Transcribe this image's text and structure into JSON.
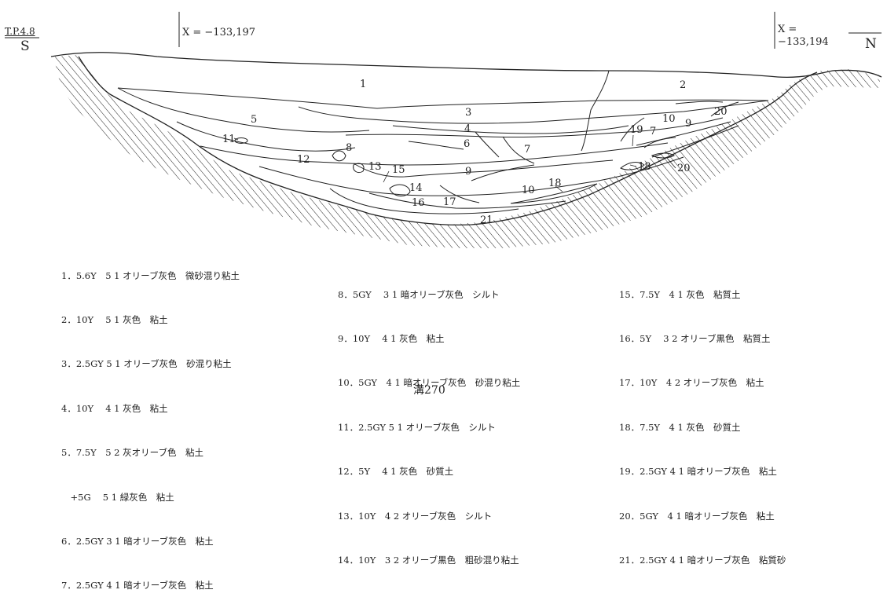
{
  "header": {
    "elevation": "T.P.4.8",
    "left_direction": "S",
    "x_left": "X = −133,197",
    "x_right_line1": "X =",
    "x_right_line2": "−133,194",
    "right_direction": "N"
  },
  "layer_numbers": [
    "1",
    "2",
    "3",
    "4",
    "5",
    "6",
    "7",
    "8",
    "9",
    "10",
    "11",
    "12",
    "13",
    "14",
    "15",
    "16",
    "17",
    "18",
    "19",
    "20",
    "21"
  ],
  "extra_labels": {
    "label_7b": "7",
    "label_9b": "9",
    "label_10b": "10",
    "label_18b": "18",
    "label_20b": "20"
  },
  "legend": {
    "column1": [
      "1．5.6Y　5 1 オリーブ灰色　微砂混り粘土",
      "2．10Y　 5 1 灰色　粘土",
      "3．2.5GY 5 1 オリーブ灰色　砂混り粘土",
      "4．10Y　 4 1 灰色　粘土",
      "5．7.5Y　5 2 灰オリーブ色　粘土",
      "　+5G　 5 1 緑灰色　粘土",
      "6．2.5GY 3 1 暗オリーブ灰色　粘土",
      "7．2.5GY 4 1 暗オリーブ灰色　粘土"
    ],
    "column2": [
      "8．5GY　 3 1 暗オリーブ灰色　シルト",
      "9．10Y　 4 1 灰色　粘土",
      "10．5GY　4 1 暗オリーブ灰色　砂混り粘土",
      "11．2.5GY 5 1 オリーブ灰色　シルト",
      "12．5Y　 4 1 灰色　砂質土",
      "13．10Y　4 2 オリーブ灰色　シルト",
      "14．10Y　3 2 オリーブ黒色　粗砂混り粘土"
    ],
    "column3": [
      "15．7.5Y　4 1 灰色　粘質土",
      "16．5Y　 3 2 オリーブ黒色　粘質土",
      "17．10Y　4 2 オリーブ灰色　粘土",
      "18．7.5Y　4 1 灰色　砂質土",
      "19．2.5GY 4 1 暗オリーブ灰色　粘土",
      "20．5GY　4 1 暗オリーブ灰色　粘土",
      "21．2.5GY 4 1 暗オリーブ灰色　粘質砂"
    ]
  },
  "caption": "溝270",
  "colors": {
    "line": "#222222",
    "background": "#ffffff"
  }
}
